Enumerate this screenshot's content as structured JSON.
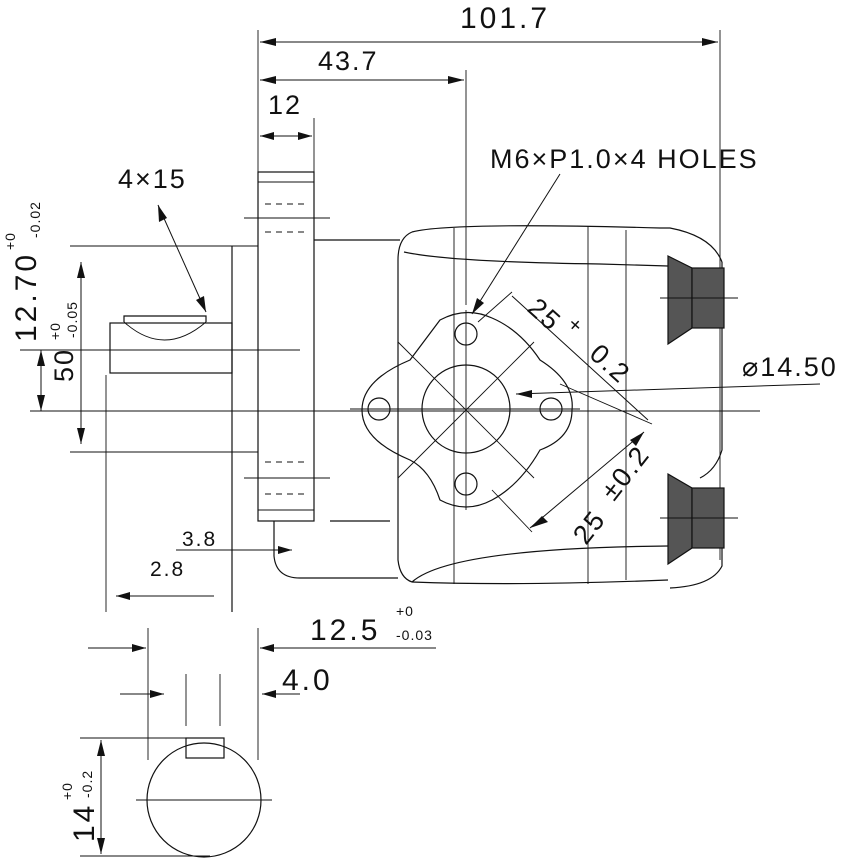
{
  "dimensions": {
    "overall_length": "101.7",
    "flange_to_port_center": "43.7",
    "flange_thickness": "12",
    "keyway": "4×15",
    "port_thread_label": "M6×P1.0×4 HOLES",
    "port_bolt_spacing_a": "25",
    "port_bolt_spacing_a_tol_plus": "+",
    "port_bolt_spacing_a_tol": "0.2",
    "port_bolt_spacing_b": "25",
    "port_bolt_spacing_b_tol": "±0.2",
    "port_diameter": "⌀14.50",
    "shaft_diameter": "12.70",
    "shaft_diameter_tol_plus": "+0",
    "shaft_diameter_tol_minus": "-0.02",
    "pilot_diameter": "50",
    "pilot_diameter_tol_plus": "+0",
    "pilot_diameter_tol_minus": "-0.05",
    "shaft_step_a": "3.8",
    "shaft_step_b": "2.8",
    "key_height": "12.5",
    "key_height_tol_plus": "+0",
    "key_height_tol_minus": "-0.03",
    "key_width": "4.0",
    "shaft_end_dia": "14",
    "shaft_end_dia_tol_plus": "+0",
    "shaft_end_dia_tol_minus": "-0.2"
  }
}
